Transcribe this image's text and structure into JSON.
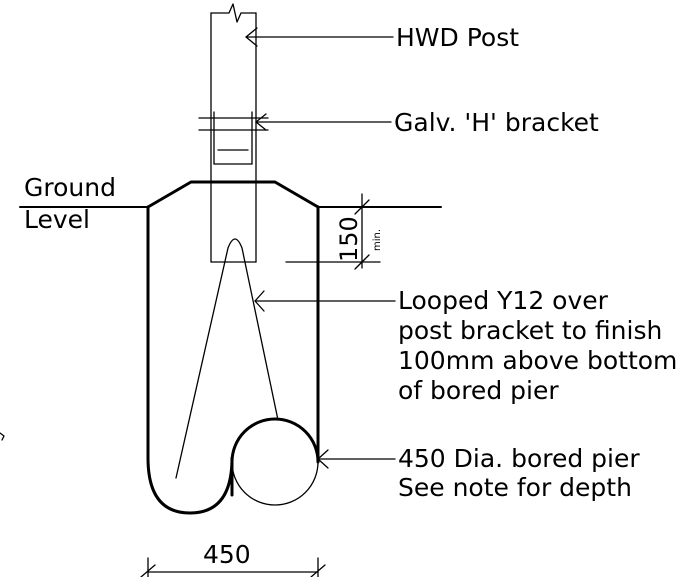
{
  "labels": {
    "hwd_post": "HWD Post",
    "h_bracket": "Galv. 'H' bracket",
    "ground_level_line1": "Ground",
    "ground_level_line2": "Level",
    "dim_150": "150",
    "dim_min": "min.",
    "looped_y12": [
      "Looped Y12 over",
      "post bracket to finish",
      "100mm above bottom",
      "of bored pier"
    ],
    "bored_pier": [
      "450 Dia.  bored pier",
      "See note for depth"
    ],
    "dim_450": "450"
  }
}
